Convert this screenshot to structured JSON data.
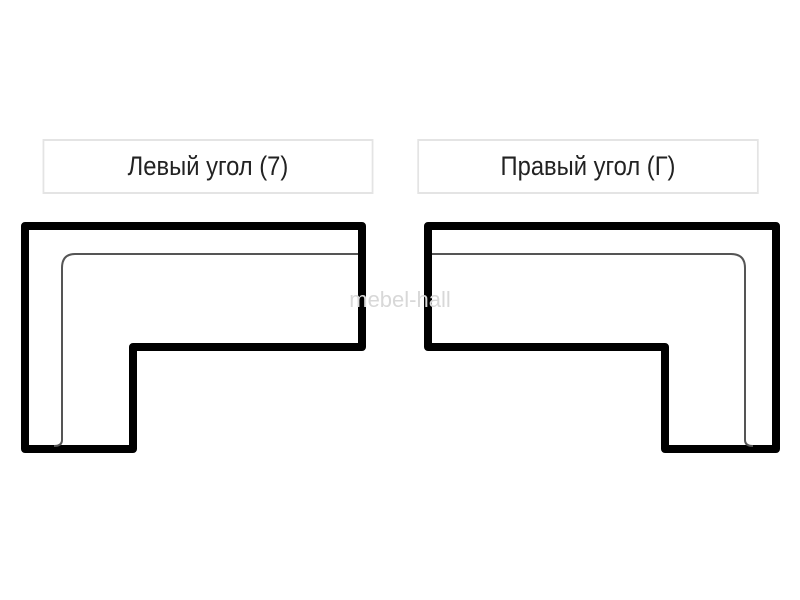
{
  "headers": {
    "left": "Левый угол (7)",
    "right": "Правый угол (Г)"
  },
  "watermark": "mebel-hall",
  "colors": {
    "outline": "#000000",
    "seam": "#555555",
    "header_border": "#e4e4e4"
  }
}
